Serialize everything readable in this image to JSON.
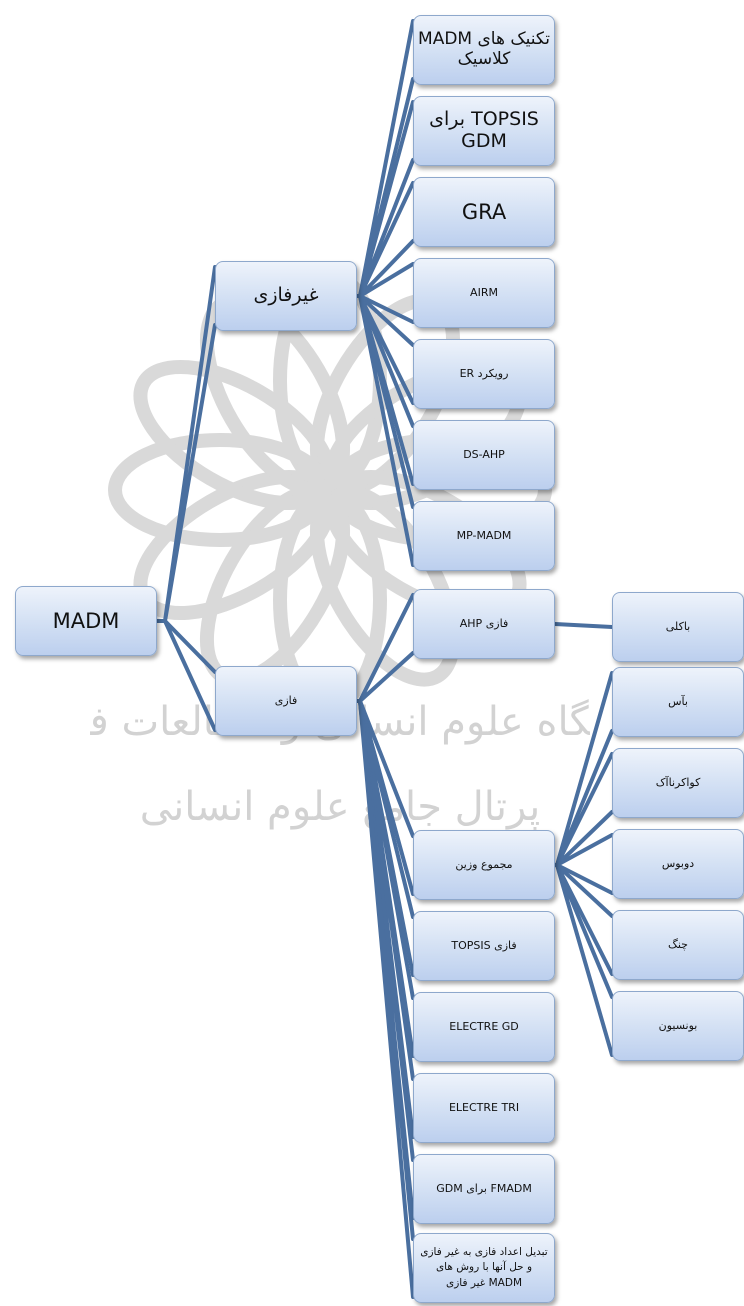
{
  "nodes": {
    "madm": "MADM",
    "nonfuzzy": "غیرفازی",
    "fuzzy": "فازی",
    "classic": "تکنیک های MADM کلاسیک",
    "topsis_gdm": "TOPSIS برای GDM",
    "gra": "GRA",
    "airm": "AIRM",
    "er": "رویکرد ER",
    "ds_ahp": "DS-AHP",
    "mp_madm": "MP-MADM",
    "fuzzy_ahp": "فازی AHP",
    "weighted_sum": "مجموع وزین",
    "fuzzy_topsis": "فازی TOPSIS",
    "electre_gd": "ELECTRE GD",
    "electre_tri": "ELECTRE TRI",
    "fmadm_gdm": "FMADM برای GDM",
    "convert": "تبدیل اعداد فازی به غیر فازی و حل آنها با روش های MADM غیر فازی",
    "buckley": "باکلی",
    "baas": "بآس",
    "kwakernaak": "کواکرناآک",
    "dubois": "دوبوس",
    "cheng": "چنگ",
    "bonissone": "بونسیون"
  },
  "colors": {
    "connector": "#4a6f9f",
    "node_border": "#8ea8cc"
  },
  "watermark": {
    "line1": "پژوهشگاه علوم انسانی و مطالعات فرهنگی",
    "line2": "پرتال جامع علوم انسانی"
  }
}
